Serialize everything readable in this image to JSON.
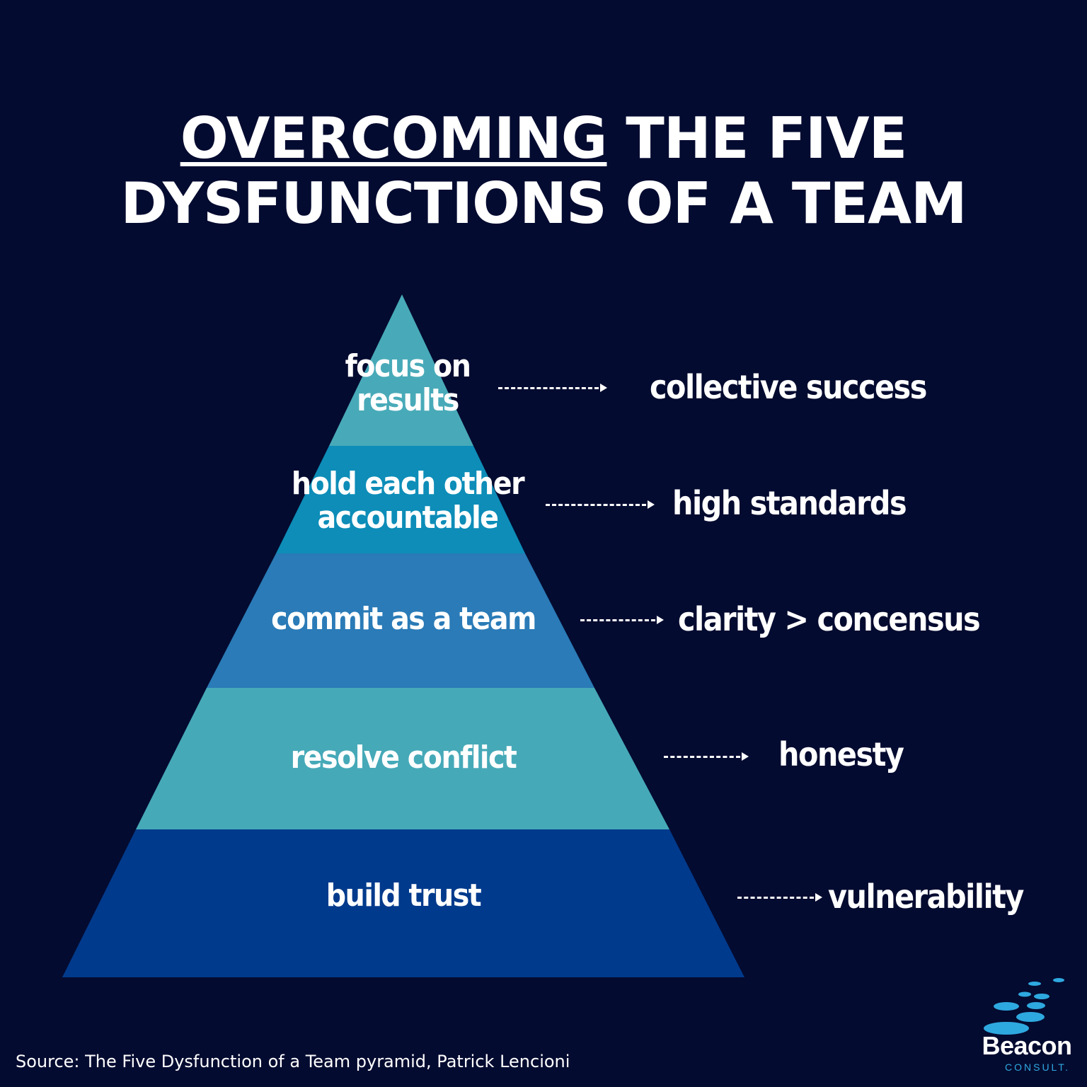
{
  "title": {
    "underlined": "OVERCOMING",
    "line1_rest": " THE FIVE",
    "line2": "DYSFUNCTIONS OF A TEAM"
  },
  "pyramid": {
    "tiers": [
      {
        "label_lines": [
          "focus on",
          "results"
        ],
        "outcome": "collective success",
        "color": "#48aab8"
      },
      {
        "label_lines": [
          "hold each other",
          "accountable"
        ],
        "outcome": "high standards",
        "color": "#0d8db8"
      },
      {
        "label_lines": [
          "commit as a team"
        ],
        "outcome": "clarity > concensus",
        "color": "#2a7bb7"
      },
      {
        "label_lines": [
          "resolve conflict"
        ],
        "outcome": "honesty",
        "color": "#46a9b8"
      },
      {
        "label_lines": [
          "build trust"
        ],
        "outcome": "vulnerability",
        "color": "#003a8c"
      }
    ]
  },
  "source": "Source: The Five Dysfunction of a Team pyramid, Patrick Lencioni",
  "logo": {
    "name": "Beacon",
    "sub": "CONSULT.",
    "accent": "#2ea9e0"
  },
  "colors": {
    "background": "#040b30",
    "text": "#ffffff"
  }
}
